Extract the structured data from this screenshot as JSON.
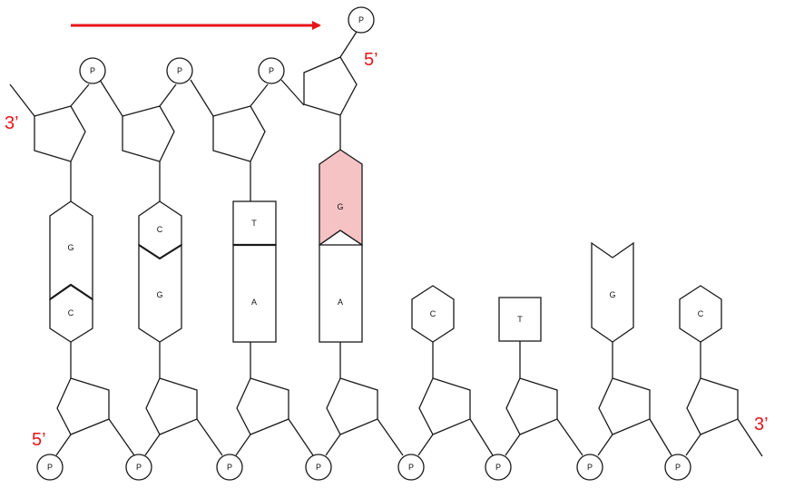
{
  "colors": {
    "accent": "#e8141a",
    "new_base_fill": "#f6c3c5",
    "stroke": "#1a1a1a"
  },
  "labels": {
    "phosphate": "P",
    "top_left_end": "3’",
    "top_right_end": "5’",
    "bottom_left_end": "5’",
    "bottom_right_end": "3’"
  },
  "arrow": {
    "direction": "left-to-right",
    "color": "#e8141a"
  },
  "top_strand": {
    "nucleotides": [
      {
        "base": "G",
        "shape": "purine"
      },
      {
        "base": "C",
        "shape": "pyrimidine-hex"
      },
      {
        "base": "T",
        "shape": "pyrimidine-rect"
      },
      {
        "base": "G",
        "shape": "purine",
        "newly_added": true
      }
    ]
  },
  "bottom_strand": {
    "nucleotides": [
      {
        "base": "C",
        "shape": "pyrimidine-hex",
        "paired": true
      },
      {
        "base": "G",
        "shape": "purine",
        "paired": true
      },
      {
        "base": "A",
        "shape": "purine-rect",
        "paired": true
      },
      {
        "base": "A",
        "shape": "purine-rect",
        "paired": true
      },
      {
        "base": "C",
        "shape": "pyrimidine-hex",
        "paired": false
      },
      {
        "base": "T",
        "shape": "pyrimidine-rect",
        "paired": false
      },
      {
        "base": "G",
        "shape": "purine",
        "paired": false
      },
      {
        "base": "C",
        "shape": "pyrimidine-hex",
        "paired": false
      }
    ]
  }
}
